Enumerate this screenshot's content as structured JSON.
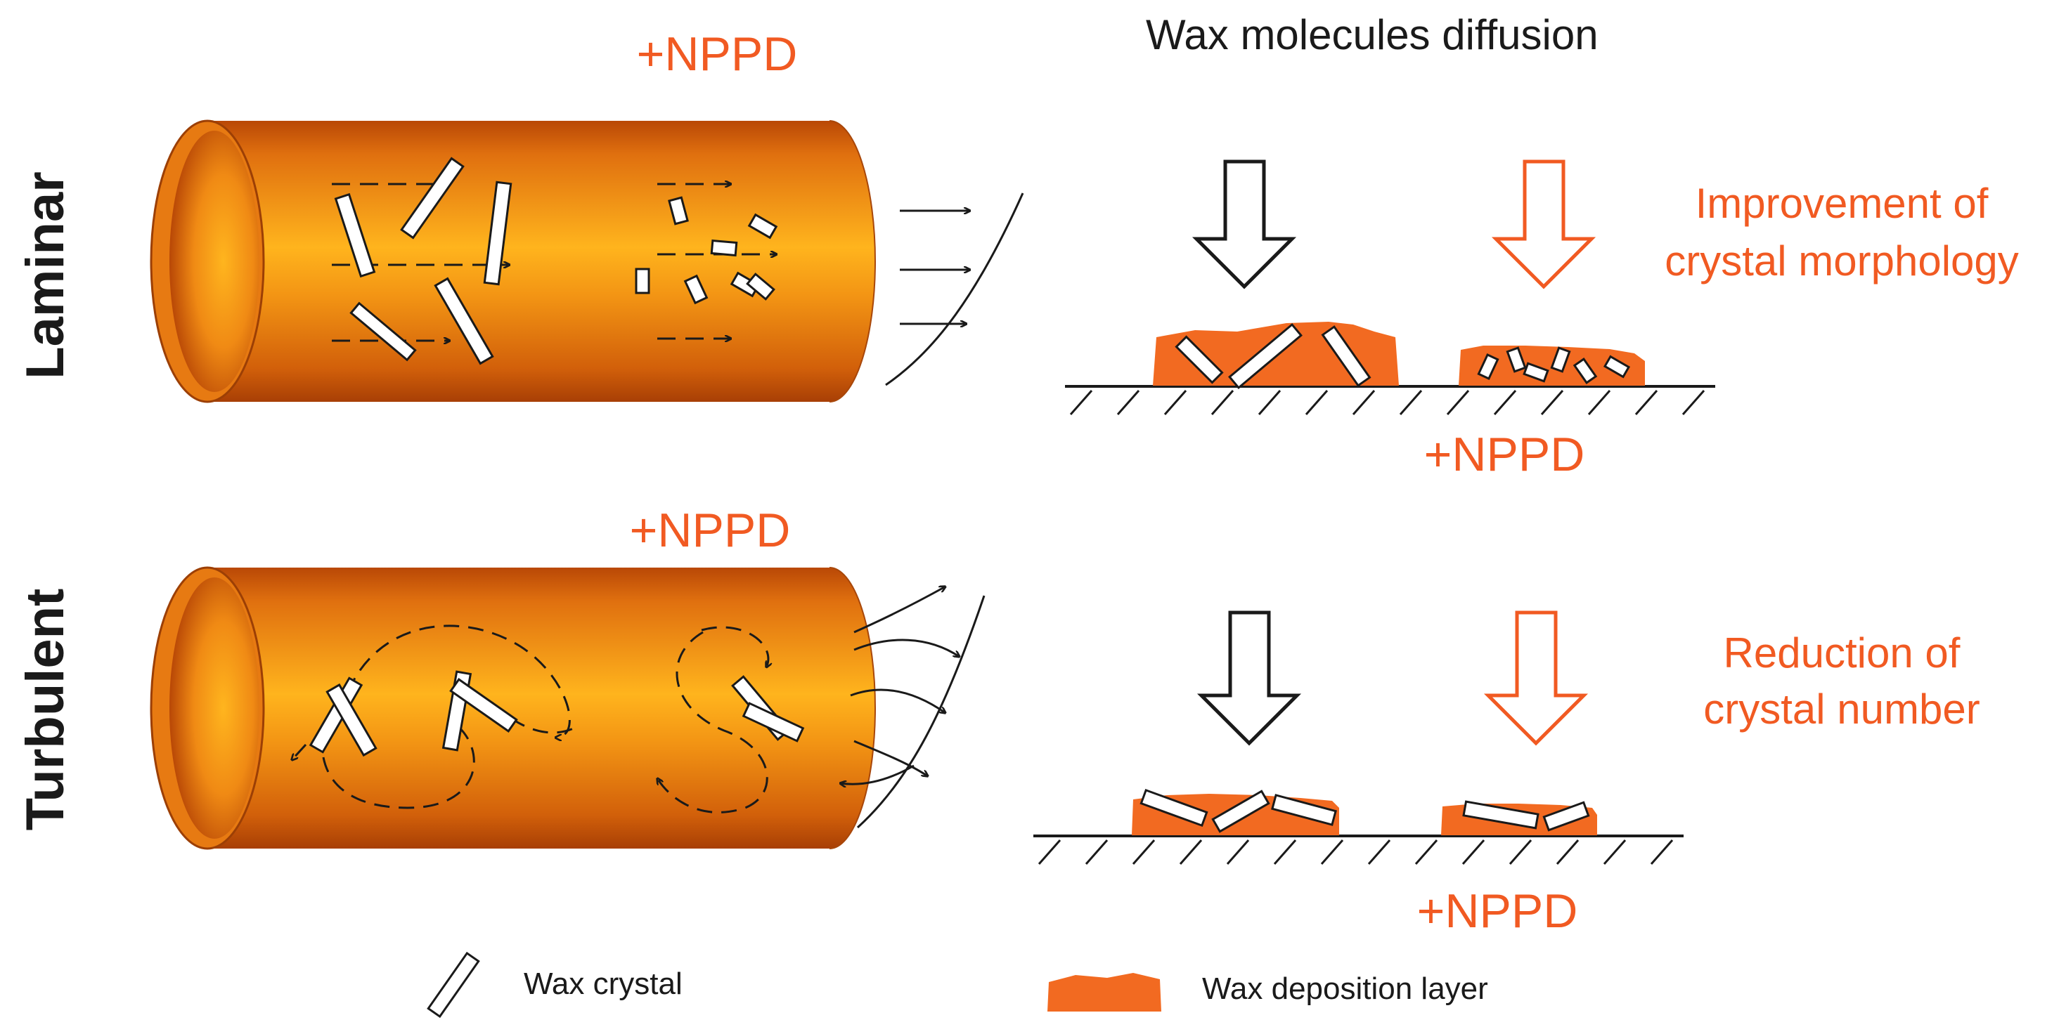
{
  "labels": {
    "top_title": "Wax molecules diffusion",
    "laminar": "Laminar",
    "turbulent": "Turbulent",
    "nppd_pipe_top": "+NPPD",
    "nppd_pipe_bottom": "+NPPD",
    "nppd_wall_top": "+NPPD",
    "nppd_wall_bottom": "+NPPD",
    "improvement_line1": "Improvement of",
    "improvement_line2": "crystal morphology",
    "reduction_line1": "Reduction of",
    "reduction_line2": "crystal number"
  },
  "legend": {
    "wax_crystal": "Wax crystal",
    "wax_deposition_layer": "Wax deposition layer"
  },
  "colors": {
    "accent_orange": "#f15a22",
    "pipe_dark": "#c24d06",
    "pipe_light": "#ffb21c",
    "deposit": "#f26a21",
    "ink": "#1a1a1a"
  }
}
